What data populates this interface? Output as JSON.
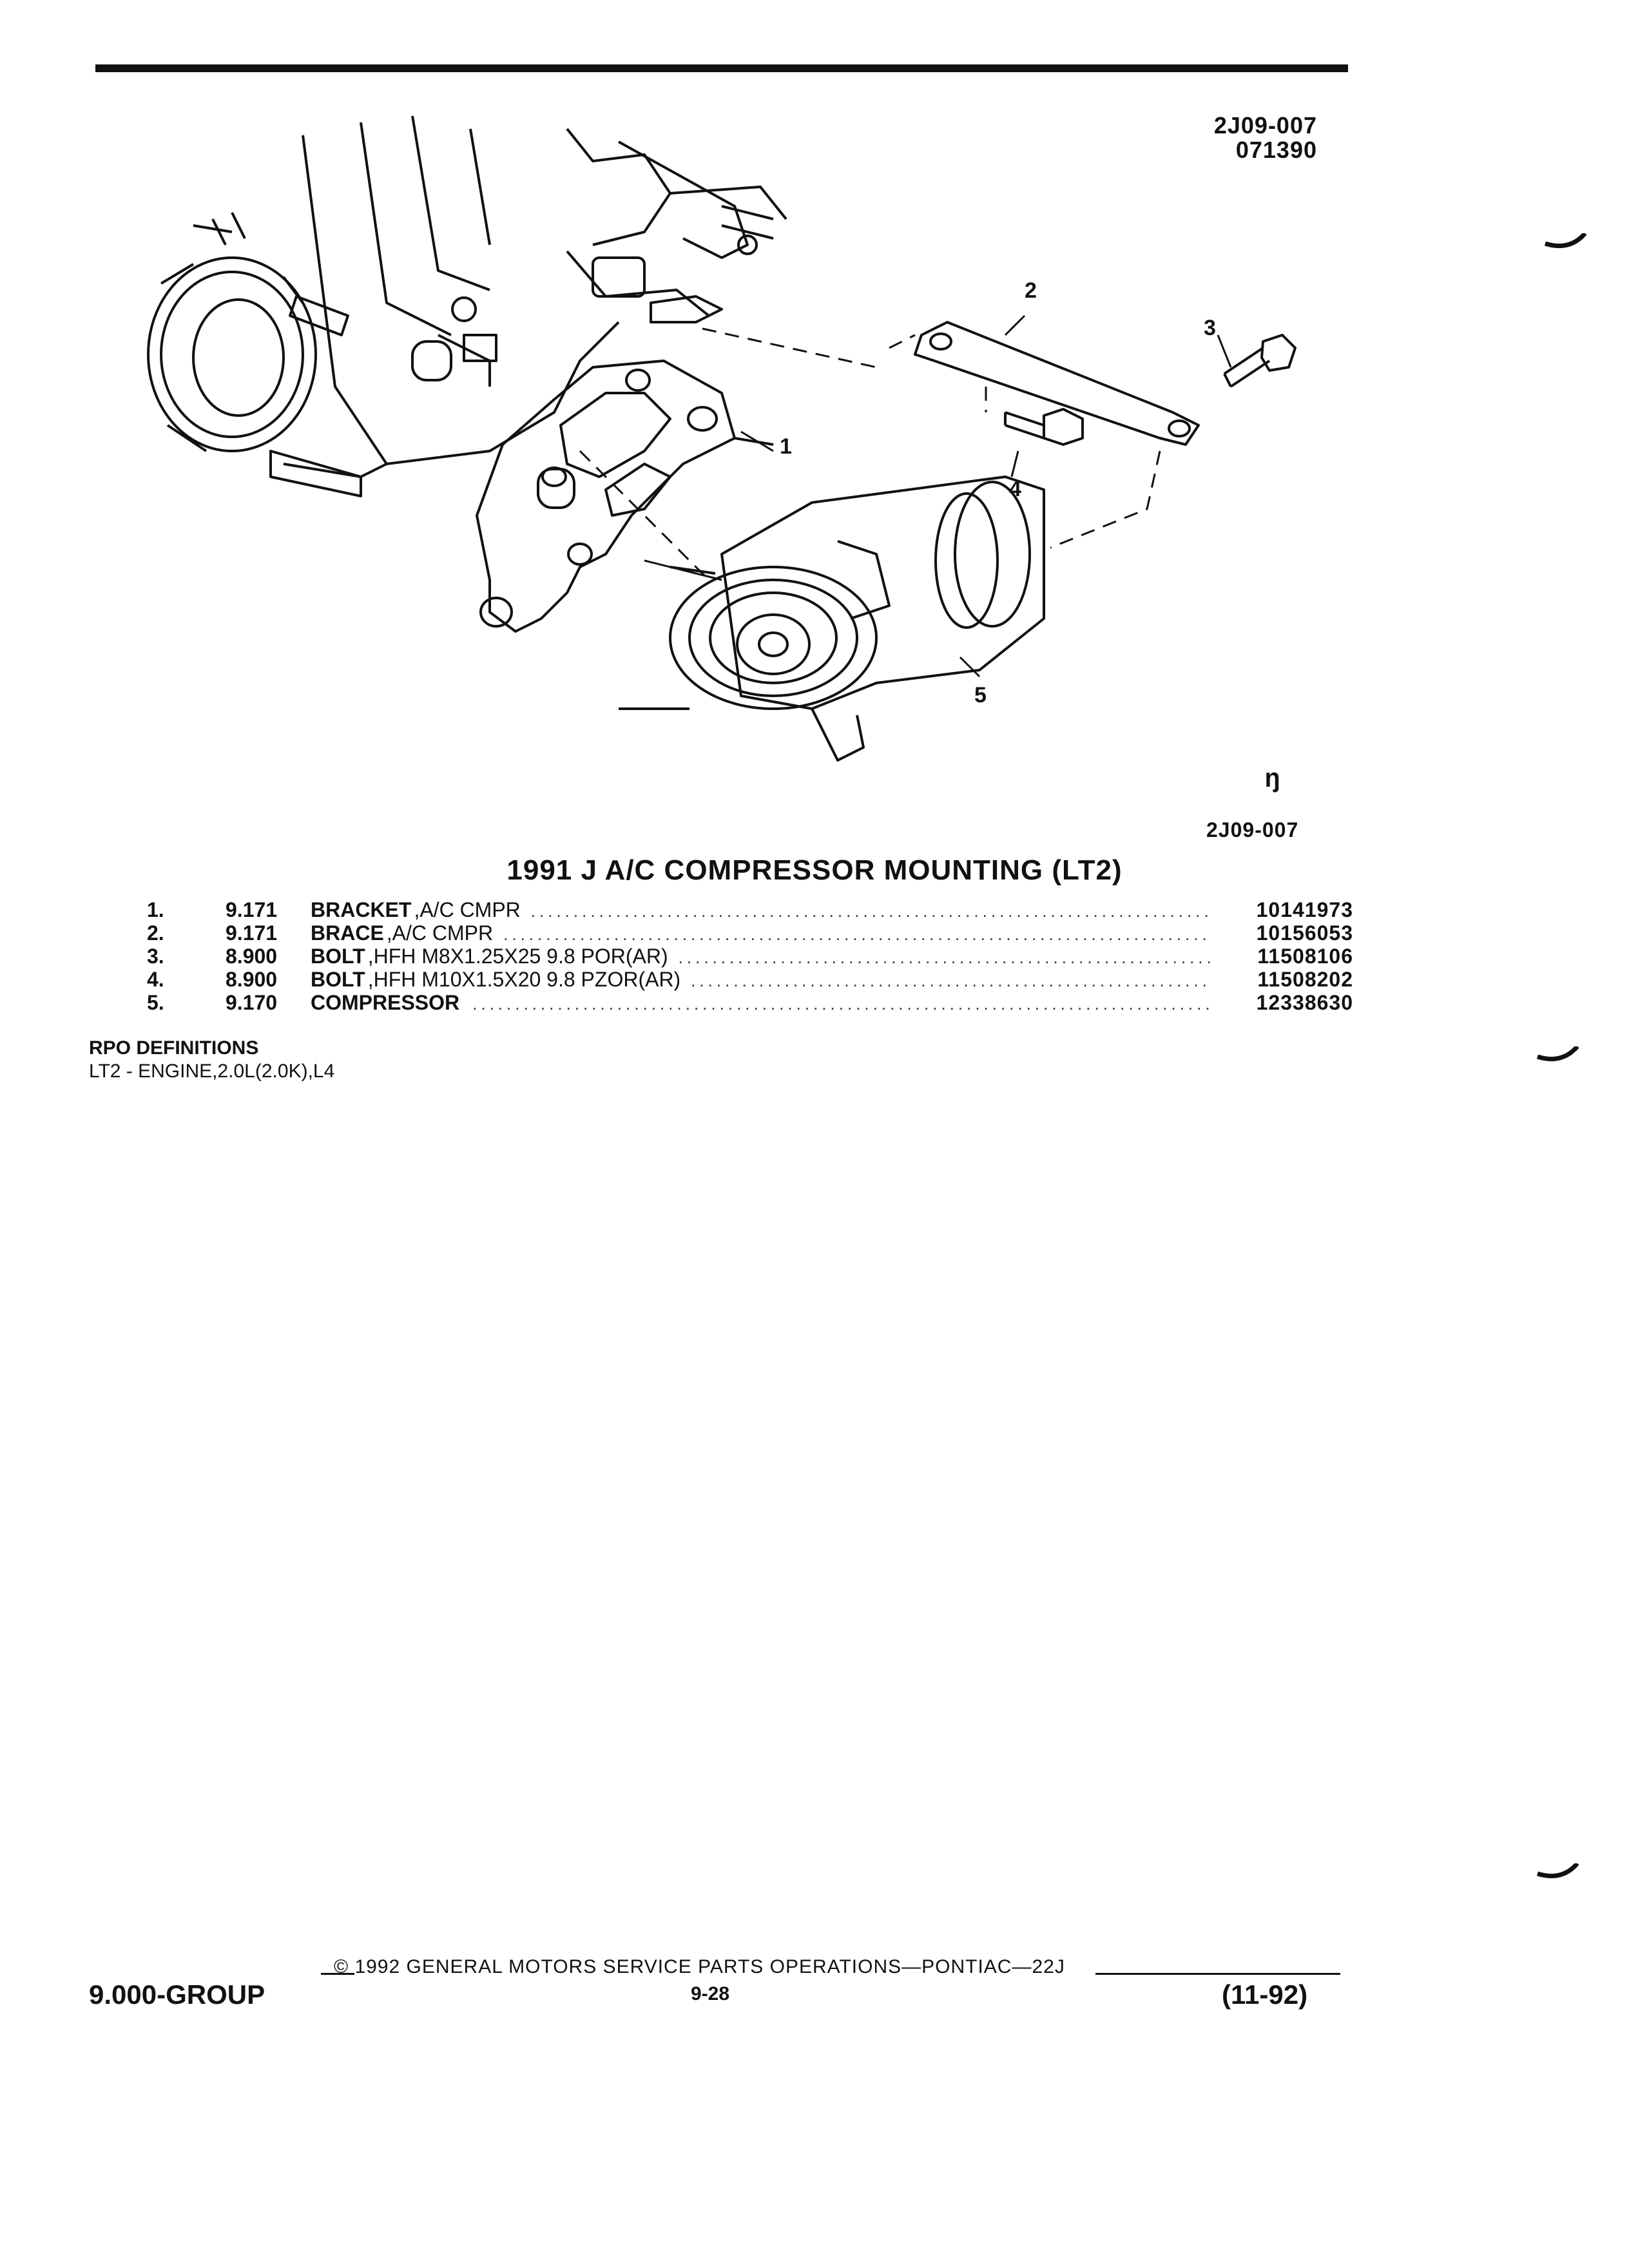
{
  "header": {
    "figure_code": "2J09-007",
    "figure_date": "071390"
  },
  "diagram": {
    "callouts": [
      "1",
      "2",
      "3",
      "4",
      "5"
    ],
    "figure_code_bottom": "2J09-007",
    "logo_mark": "ᵑ"
  },
  "title": "1991 J A/C COMPRESSOR MOUNTING (LT2)",
  "parts": [
    {
      "num": "1.",
      "group": "9.171",
      "name": "BRACKET",
      "spec": ",A/C CMPR",
      "part_no": "10141973"
    },
    {
      "num": "2.",
      "group": "9.171",
      "name": "BRACE",
      "spec": ",A/C CMPR",
      "part_no": "10156053"
    },
    {
      "num": "3.",
      "group": "8.900",
      "name": "BOLT",
      "spec": ",HFH M8X1.25X25 9.8 POR(AR)",
      "part_no": "11508106"
    },
    {
      "num": "4.",
      "group": "8.900",
      "name": "BOLT",
      "spec": ",HFH M10X1.5X20 9.8 PZOR(AR)",
      "part_no": "11508202"
    },
    {
      "num": "5.",
      "group": "9.170",
      "name": "COMPRESSOR",
      "spec": "",
      "part_no": "12338630"
    }
  ],
  "rpo": {
    "heading": "RPO DEFINITIONS",
    "definition": "LT2 - ENGINE,2.0L(2.0K),L4"
  },
  "footer": {
    "group": "9.000-GROUP",
    "copyright": "© 1992 GENERAL MOTORS SERVICE PARTS OPERATIONS—PONTIAC—22J",
    "page": "9-28",
    "date": "(11-92)"
  }
}
